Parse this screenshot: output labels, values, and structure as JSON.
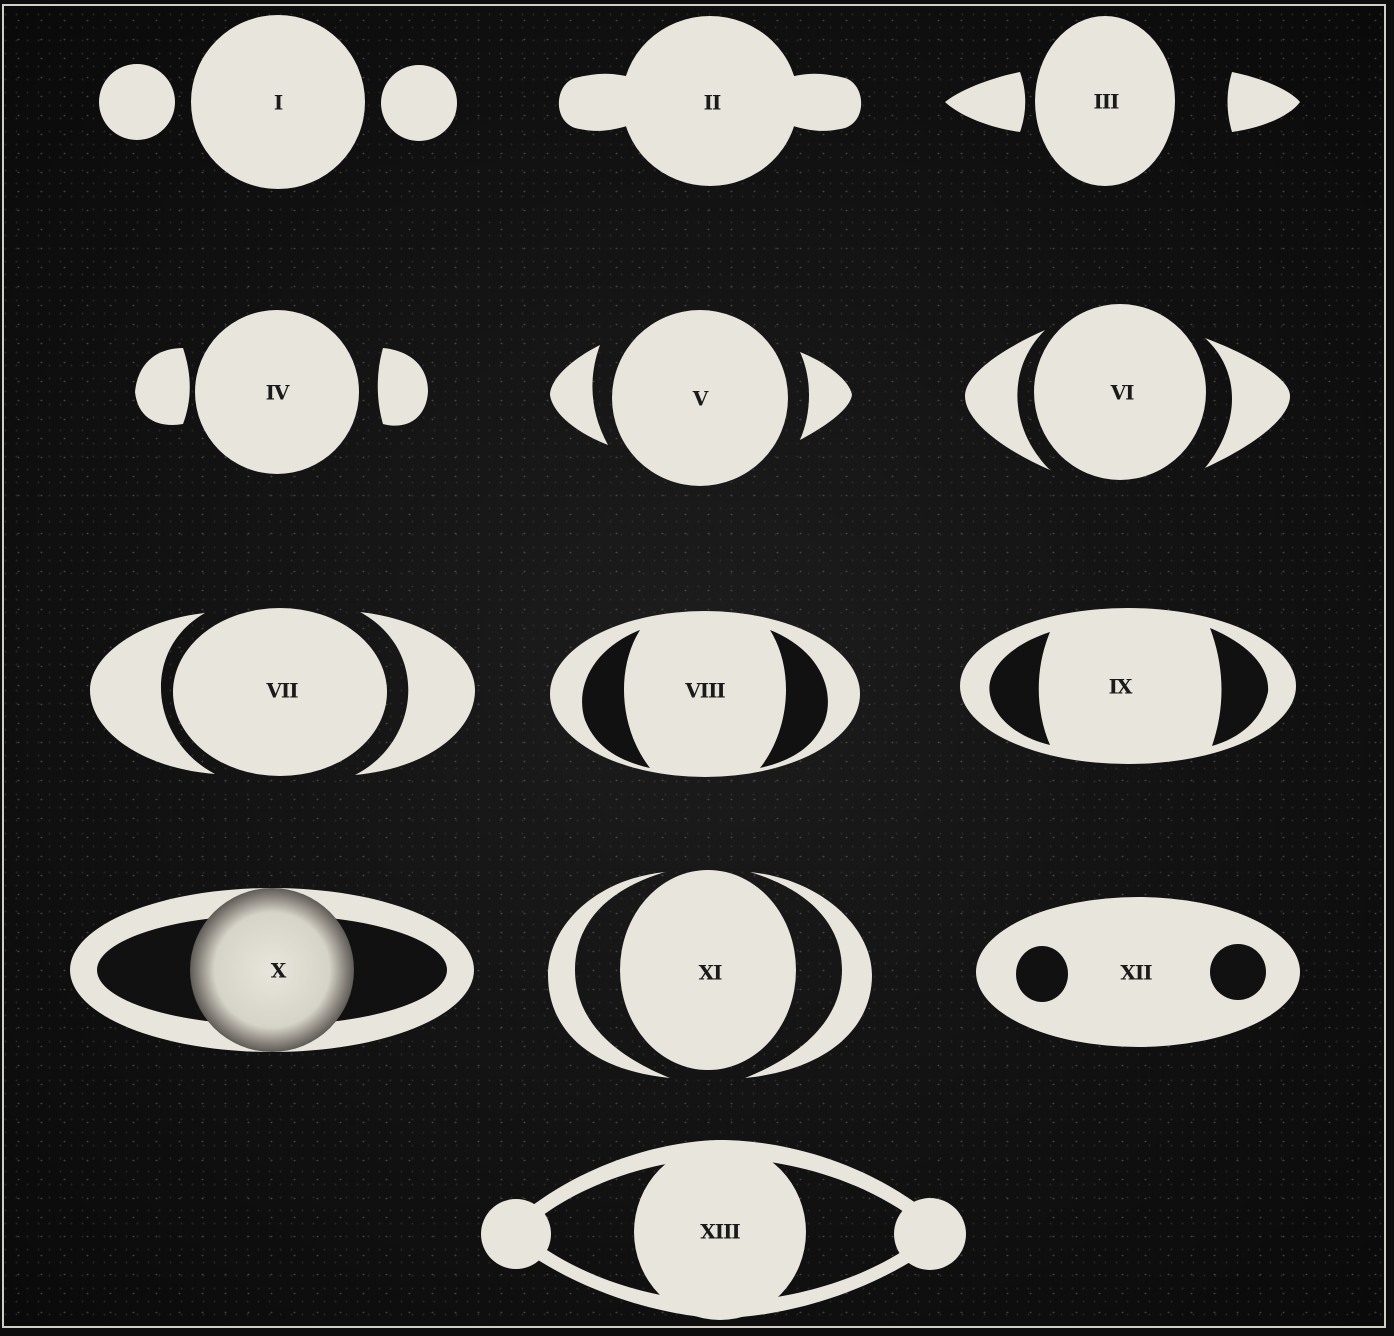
{
  "figure": {
    "colors": {
      "background": "#111111",
      "body": "#e8e6dc",
      "label": "#1a1a1a",
      "border": "#cfcfc6"
    },
    "panels": [
      {
        "id": "I",
        "label": "I"
      },
      {
        "id": "II",
        "label": "II"
      },
      {
        "id": "III",
        "label": "III"
      },
      {
        "id": "IV",
        "label": "IV"
      },
      {
        "id": "V",
        "label": "V"
      },
      {
        "id": "VI",
        "label": "VI"
      },
      {
        "id": "VII",
        "label": "VII"
      },
      {
        "id": "VIII",
        "label": "VIII"
      },
      {
        "id": "IX",
        "label": "IX"
      },
      {
        "id": "X",
        "label": "X"
      },
      {
        "id": "XI",
        "label": "XI"
      },
      {
        "id": "XII",
        "label": "XII"
      },
      {
        "id": "XIII",
        "label": "XIII"
      }
    ]
  }
}
